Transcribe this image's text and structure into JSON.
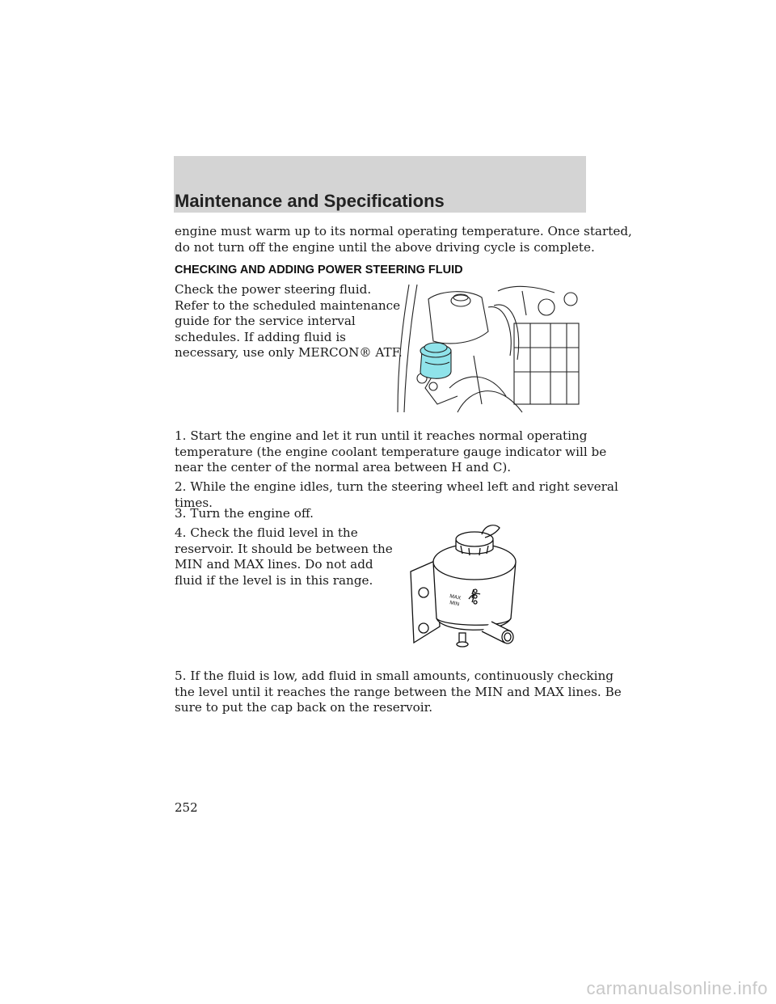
{
  "header": {
    "title": "Maintenance and Specifications"
  },
  "intro": [
    "engine must warm up to its normal operating temperature. Once started,",
    "do not turn off the engine until the above driving cycle is complete."
  ],
  "section": {
    "heading": "CHECKING AND ADDING POWER STEERING FLUID"
  },
  "check_text": [
    "Check the power steering fluid.",
    "Refer to the scheduled maintenance",
    "guide for the service interval",
    "schedules. If adding fluid is",
    "necessary, use only MERCON® ATF."
  ],
  "step1": [
    "1. Start the engine and let it run until it reaches normal operating",
    "temperature (the engine coolant temperature gauge indicator will be",
    "near the center of the normal area between H and C)."
  ],
  "step2": [
    "2. While the engine idles, turn the steering wheel left and right several",
    "times."
  ],
  "step3": [
    "3. Turn the engine off."
  ],
  "step4": [
    "4. Check the fluid level in the",
    "reservoir. It should be between the",
    "MIN and MAX lines. Do not add",
    "fluid if the level is in this range."
  ],
  "step5": [
    "5. If the fluid is low, add fluid in small amounts, continuously checking",
    "the level until it reaches the range between the MIN and MAX lines. Be",
    "sure to put the cap back on the reservoir."
  ],
  "reservoir_figure": {
    "max_label": "MAX",
    "min_label": "MIN"
  },
  "colors": {
    "header_band": "#d4d4d4",
    "reservoir_highlight": "#8fe3ea"
  },
  "page_number": "252",
  "watermark": "carmanualsonline.info"
}
